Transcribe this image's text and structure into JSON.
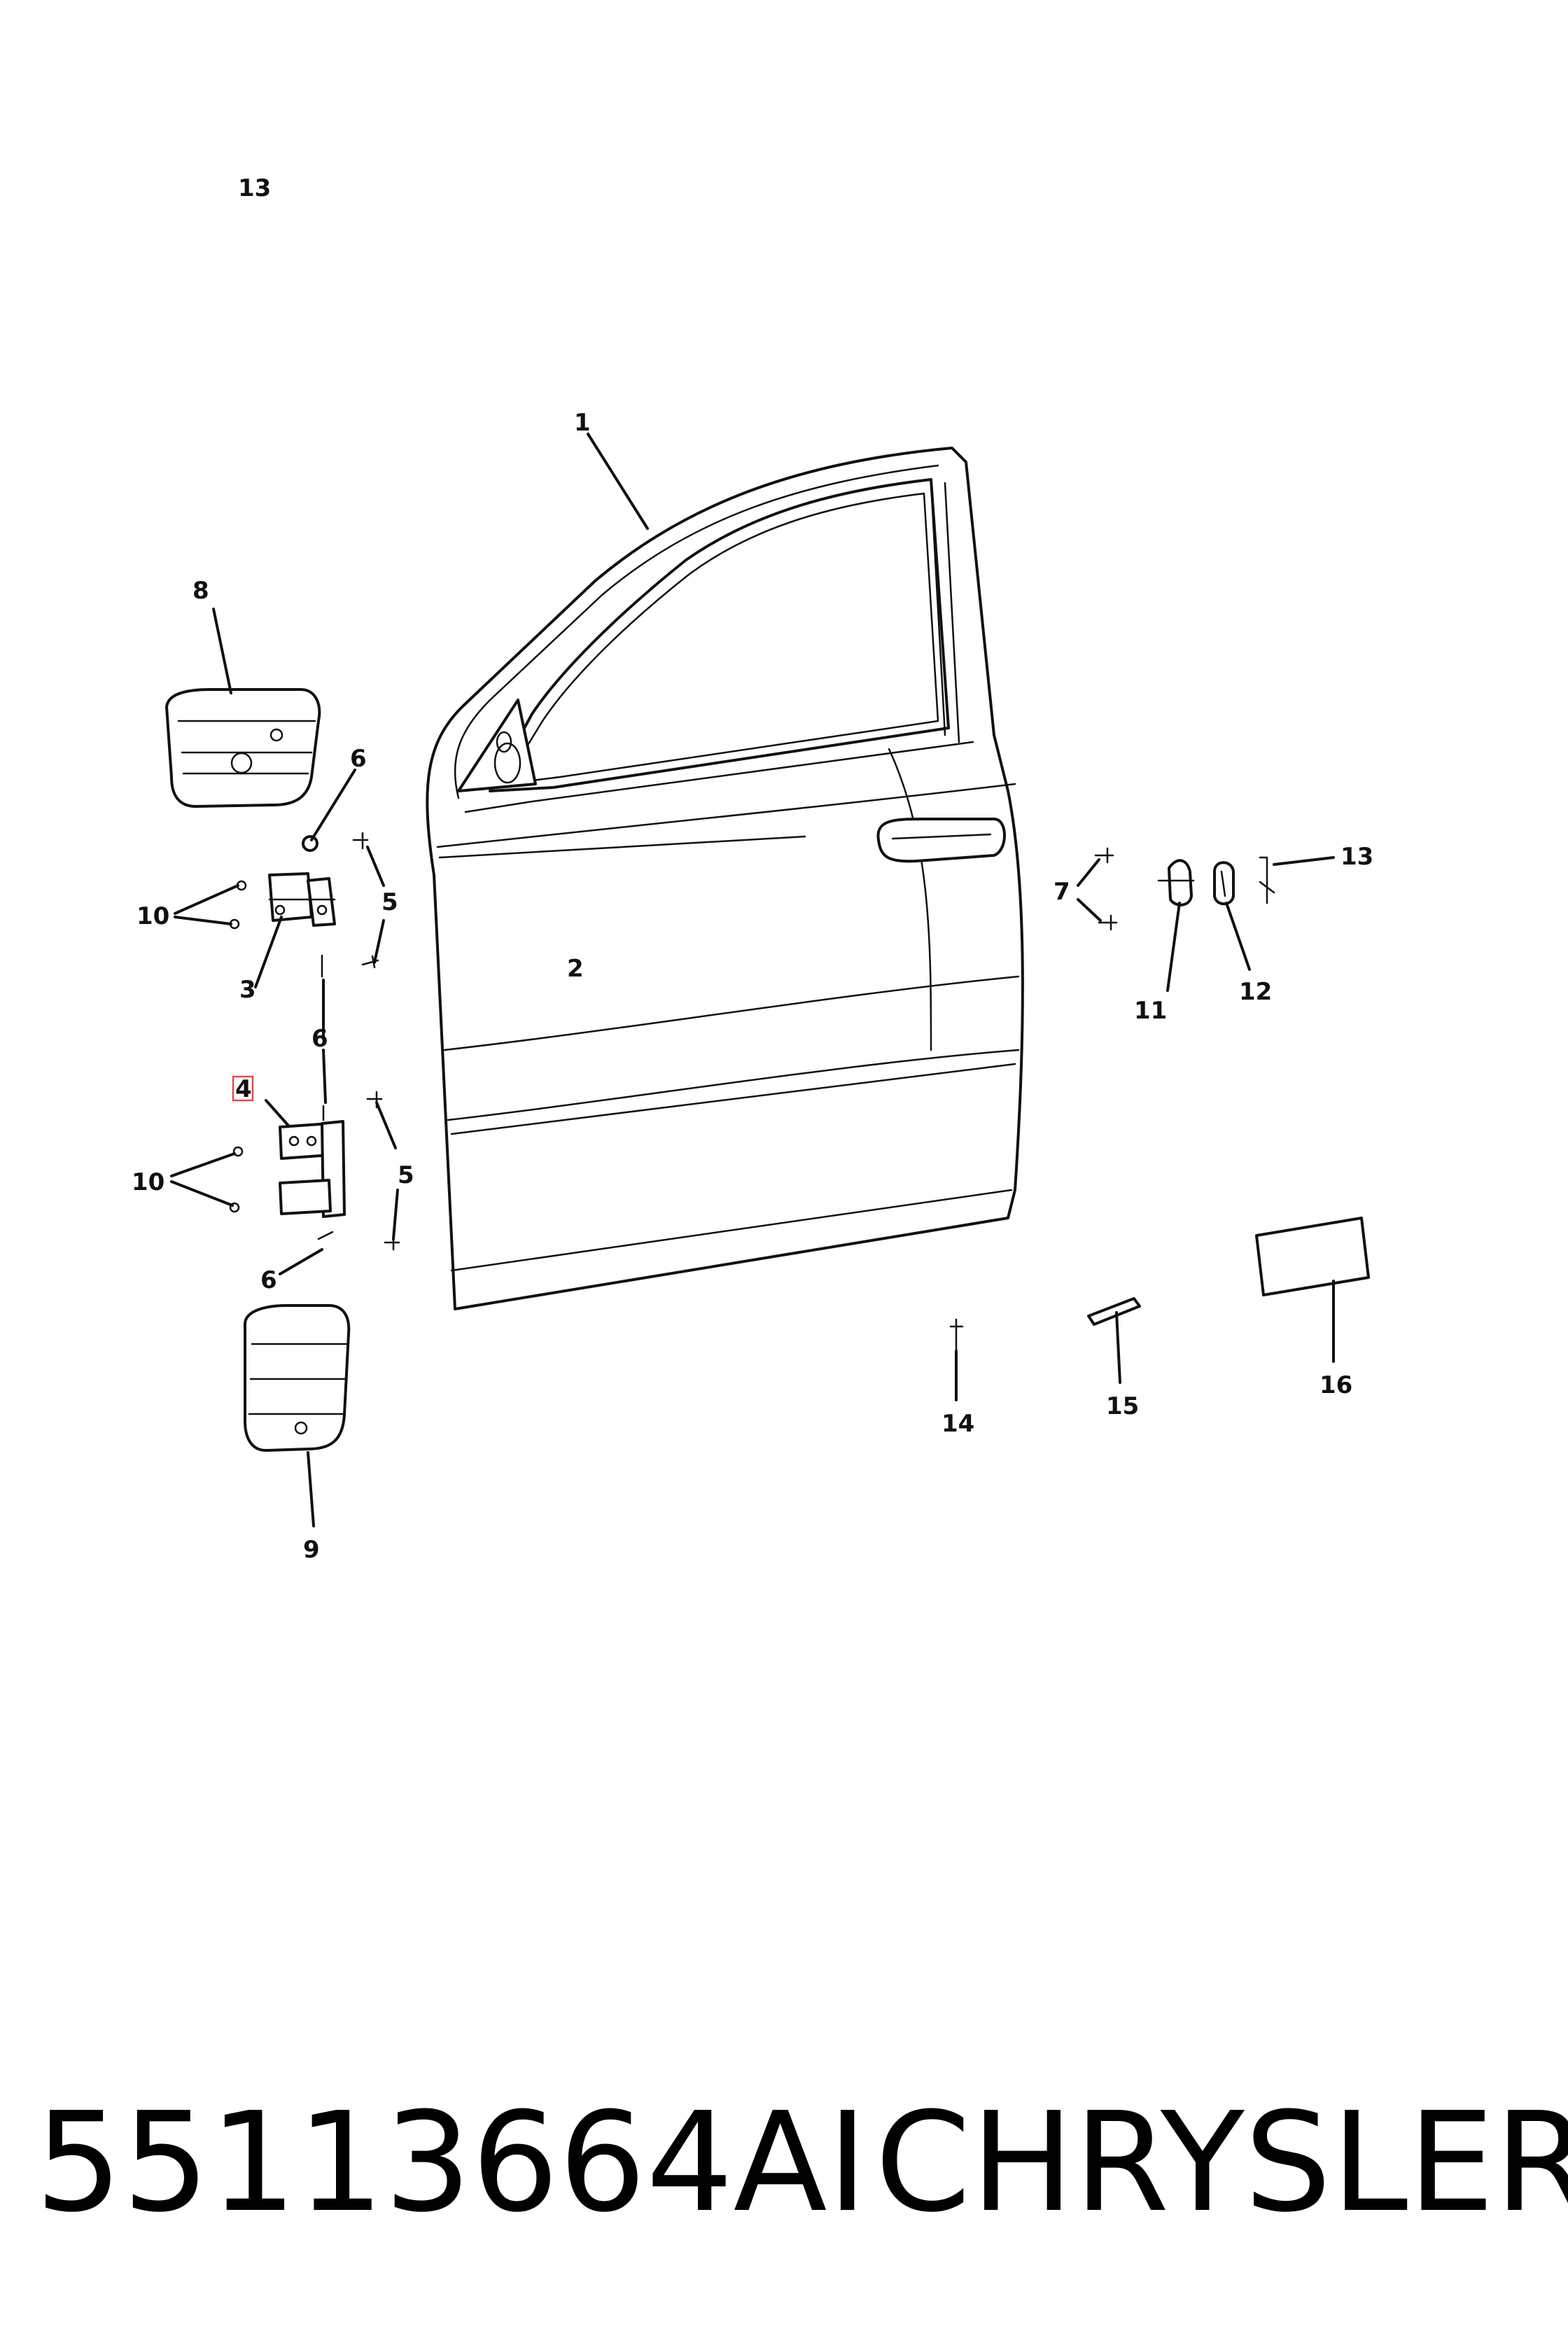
{
  "callouts": {
    "c13_top": "13",
    "c1": "1",
    "c2": "2",
    "c3": "3",
    "c4": "4",
    "c5_upper": "5",
    "c5_lower": "5",
    "c6_upper": "6",
    "c6_mid": "6",
    "c6_lower": "6",
    "c7": "7",
    "c8": "8",
    "c9": "9",
    "c10_upper": "10",
    "c10_lower": "10",
    "c11": "11",
    "c12": "12",
    "c13_right": "13",
    "c14": "14",
    "c15": "15",
    "c16": "16"
  },
  "footer": {
    "part_number": "55113664AI",
    "brand": "CHRYSLER"
  },
  "colors": {
    "line": "#111111",
    "highlight": "#e14b4b",
    "background": "#ffffff"
  }
}
